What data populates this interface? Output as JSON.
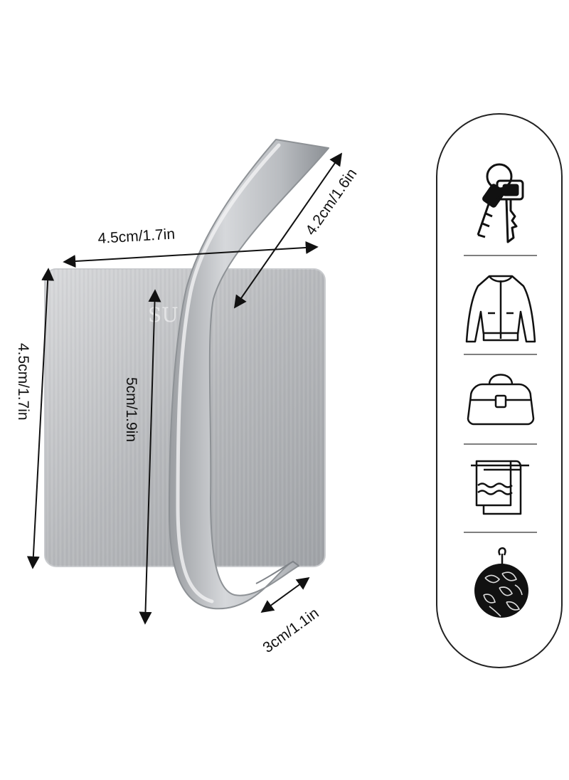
{
  "dimensions": {
    "plate_width": "4.5cm/1.7in",
    "plate_height": "4.5cm/1.7in",
    "hook_length": "5cm/1.9in",
    "top_arm": "4.2cm/1.6in",
    "bottom_arm": "3cm/1.1in"
  },
  "plate_brand_text": "SU",
  "use_icons": [
    "keys-icon",
    "jacket-icon",
    "handbag-icon",
    "towel-icon",
    "bath-sponge-icon"
  ]
}
